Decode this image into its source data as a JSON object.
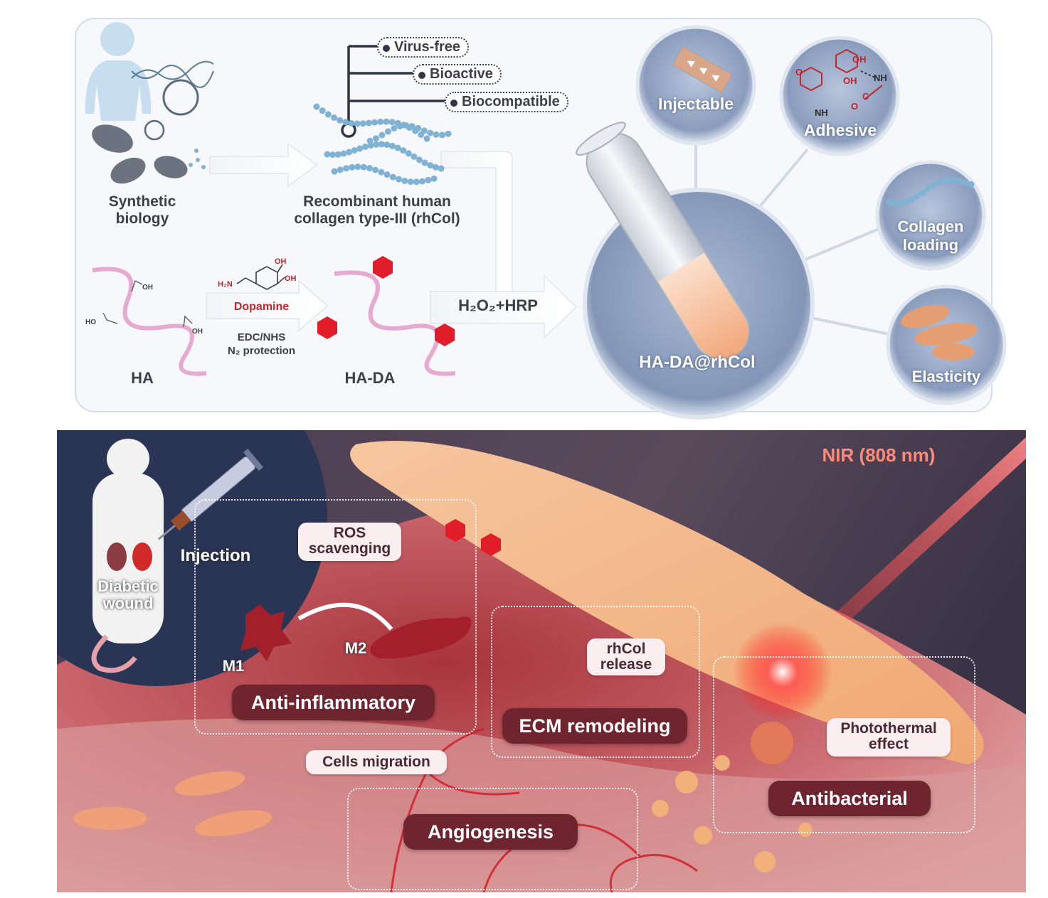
{
  "top": {
    "synthetic_biology": "Synthetic\nbiology",
    "rhcol_label": "Recombinant human\ncollagen type-III (rhCol)",
    "properties": [
      "Virus-free",
      "Bioactive",
      "Biocompatible"
    ],
    "ha": "HA",
    "ha_da": "HA-DA",
    "dopamine": "Dopamine",
    "edc_nhs": "EDC/NHS",
    "n2_protection": "N₂ protection",
    "h2n": "H₂N",
    "oh": "OH",
    "cooh": "OH",
    "ho": "HO",
    "reaction": "H₂O₂+HRP",
    "hydrogel": "HA-DA@rhCol",
    "features": {
      "injectable": "Injectable",
      "adhesive": "Adhesive",
      "collagen_loading": "Collagen\nloading",
      "elasticity": "Elasticity"
    },
    "adhesive_chem": {
      "nh": "NH",
      "oh1": "OH",
      "oh2": "OH",
      "nh2": "NH",
      "o": "O",
      "c": "C",
      "o2": "O"
    }
  },
  "bottom": {
    "nir": "NIR (808 nm)",
    "injection": "Injection",
    "diabetic_wound": "Diabetic\nwound",
    "ros": "ROS\nscavenging",
    "m1": "M1",
    "m2": "M2",
    "anti_inflammatory": "Anti-inflammatory",
    "rhcol_release": "rhCol\nrelease",
    "ecm": "ECM remodeling",
    "photothermal": "Photothermal\neffect",
    "antibacterial": "Antibacterial",
    "cells_migration": "Cells migration",
    "angiogenesis": "Angiogenesis"
  },
  "colors": {
    "accent_red": "#e11d2a",
    "hydrogel_orange": "#f4b183",
    "tag_dark": "#6e2530",
    "bubble_blue": "#8fa3c4",
    "collagen_blue": "#7fb2d3",
    "ha_pink": "#e6a9d0"
  }
}
